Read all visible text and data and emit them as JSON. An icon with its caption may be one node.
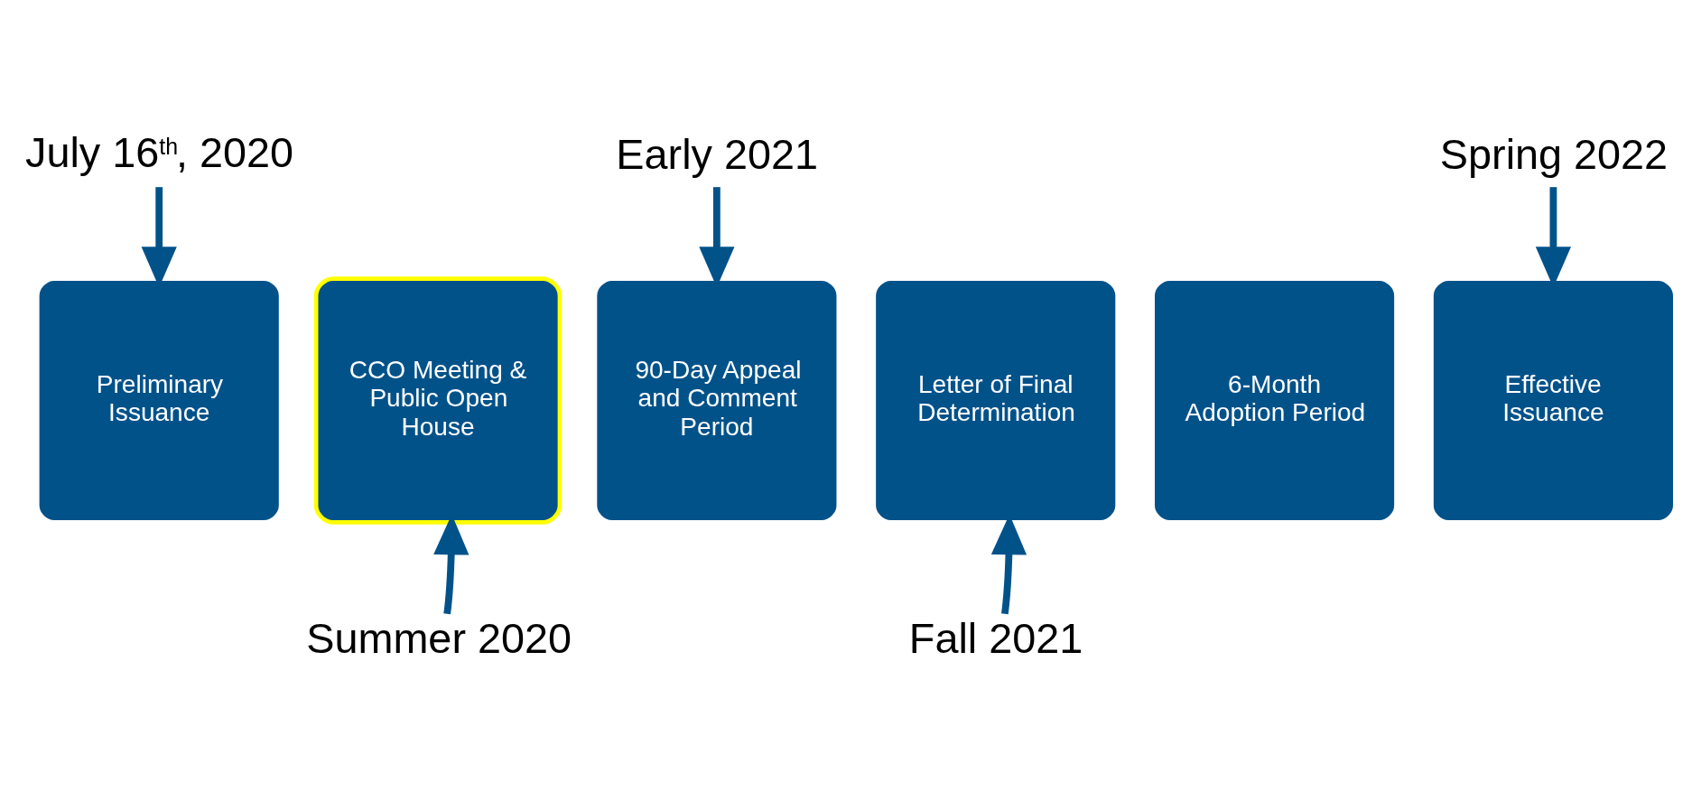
{
  "diagram": {
    "nodes": [
      {
        "text": [
          "Preliminary Issuance"
        ]
      },
      {
        "text": [
          "CCO Meeting & Public Open House"
        ]
      },
      {
        "text": [
          "90-Day Appeal and Comment Period"
        ]
      },
      {
        "text": [
          "Letter of Final Determination"
        ]
      },
      {
        "text": [
          "6-Month Adoption Period"
        ]
      },
      {
        "text": [
          "Effective Issuance"
        ]
      },
      {
        "text": [
          "July 16$^{th}$, 2020"
        ]
      },
      {
        "text": [
          "Summer 2020"
        ]
      },
      {
        "text": [
          "Early 2021"
        ]
      },
      {
        "text": [
          "Fall 2021"
        ]
      },
      {
        "text": [
          "Spring 2022"
        ]
      }
    ],
    "edges": [
      {
        "from": 6,
        "to": 0,
        "arrow": "to"
      },
      {
        "from": 7,
        "to": 1,
        "arrow": "to"
      },
      {
        "from": 8,
        "to": 2,
        "arrow": "to"
      },
      {
        "from": 9,
        "to": 3,
        "arrow": "to"
      },
      {
        "from": 10,
        "to": 5,
        "arrow": "to"
      }
    ]
  }
}
